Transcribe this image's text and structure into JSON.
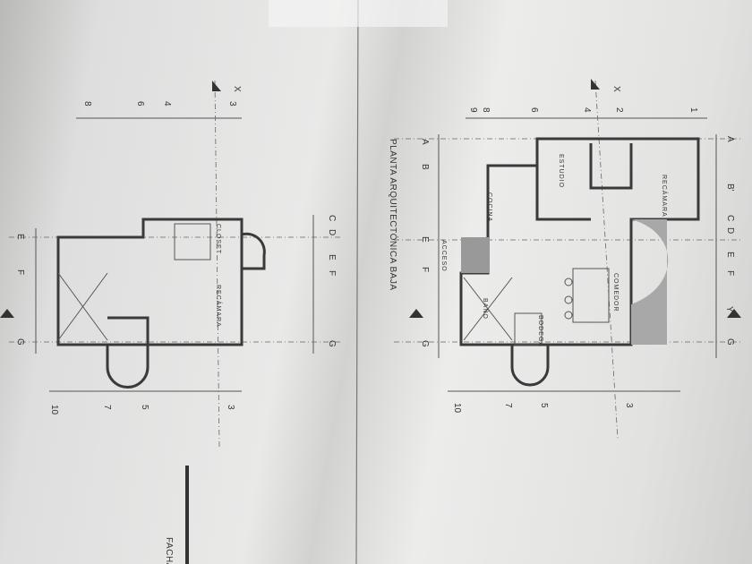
{
  "plan_title": "PLANTA ARQUITECTÓNICA BAJA",
  "facade_label": "FACHA",
  "rooms": {
    "estudio": "ESTUDIO",
    "recamara_right": "RECÁMARA",
    "cocina": "COCINA",
    "acceso": "ACCESO",
    "comedor": "COMEDOR",
    "bano": "BAÑO",
    "bodega": "BODEGA",
    "closet": "CLOSET",
    "recamara_left": "RECÁMARA"
  },
  "grid_letters": {
    "right_inner": [
      "A",
      "B",
      "E",
      "F",
      "G"
    ],
    "right_outer": [
      "A",
      "B'",
      "C",
      "D",
      "E",
      "F",
      "G"
    ],
    "left_inner": [
      "C",
      "D",
      "E",
      "F",
      "G"
    ],
    "left_outer": [
      "E",
      "F",
      "G"
    ]
  },
  "grid_numbers": {
    "right_top": [
      "9",
      "8",
      "6",
      "4",
      "2",
      "1"
    ],
    "right_bottom": [
      "10",
      "7",
      "5",
      "3"
    ],
    "left_top": [
      "8",
      "6",
      "4",
      "3"
    ],
    "left_bottom": [
      "10",
      "7",
      "5",
      "3"
    ]
  },
  "axis_markers": {
    "x": "X",
    "y": "Y"
  }
}
